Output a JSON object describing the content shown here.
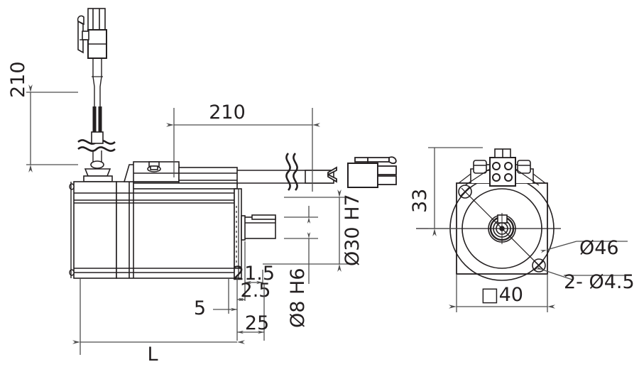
{
  "drawing": {
    "title": "Servo Motor Dimensional Drawing",
    "line_color": "#231f20",
    "dim_color": "#4d4d4d",
    "background": "#ffffff"
  },
  "side_view": {
    "name": "side-view",
    "dimensions": {
      "cable_vertical_length": "210",
      "cable_horizontal_length": "210",
      "flange_pilot_dia": "Ø30 H7",
      "shaft_dia": "Ø8 H6",
      "shaft_length": "21.5",
      "flange_step": "2.5",
      "flange_offset": "5",
      "front_extension": "25",
      "overall_length": "L"
    }
  },
  "front_view": {
    "name": "front-view",
    "dimensions": {
      "connector_height": "33",
      "pilot_circle_dia": "Ø46",
      "mounting_holes": "2- Ø4.5",
      "body_square": "□40"
    }
  },
  "components": {
    "encoder_connector": "encoder-connector",
    "power_connector": "power-connector",
    "motor_body": "motor-body",
    "flange": "motor-flange",
    "shaft": "motor-shaft",
    "cable": "motor-cable",
    "break_symbol": "cable-break-symbol",
    "terminal_block": "terminal-block",
    "mounting_hole": "mounting-hole"
  }
}
